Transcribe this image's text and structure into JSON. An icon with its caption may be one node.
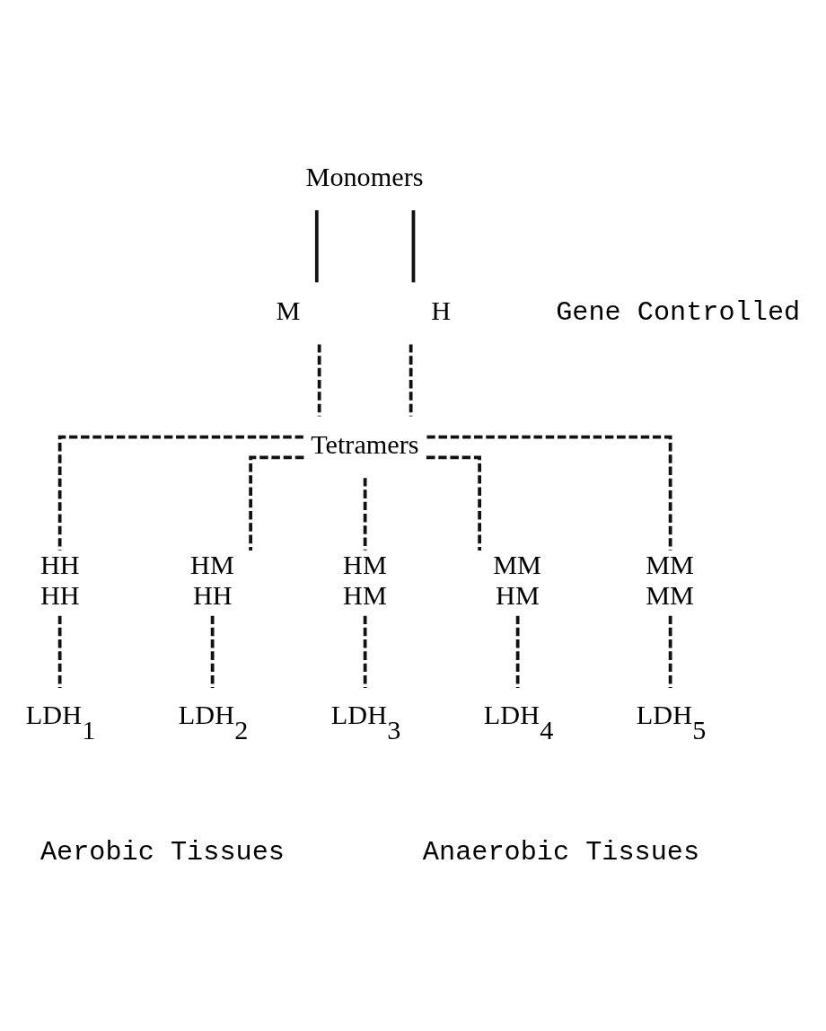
{
  "diagram": {
    "nodes": [
      {
        "text": [
          "Monomers"
        ]
      },
      {
        "text": [
          "M"
        ]
      },
      {
        "text": [
          "H"
        ]
      },
      {
        "text": [
          "Tetramers"
        ]
      },
      {
        "text": [
          "HH",
          "HH"
        ]
      },
      {
        "text": [
          "HM",
          "HH"
        ]
      },
      {
        "text": [
          "HM",
          "HM"
        ]
      },
      {
        "text": [
          "MM",
          "HM"
        ]
      },
      {
        "text": [
          "MM",
          "MM"
        ]
      },
      {
        "text": [
          "LDH$_{1}$"
        ]
      },
      {
        "text": [
          "LDH$_{2}$"
        ]
      },
      {
        "text": [
          "LDH$_{3}$"
        ]
      },
      {
        "text": [
          "LDH$_{4}$"
        ]
      },
      {
        "text": [
          "LDH$_{5}$"
        ]
      }
    ],
    "edges": [
      {
        "from": 0,
        "to": 1,
        "arrow": "none"
      },
      {
        "from": 0,
        "to": 2,
        "arrow": "none"
      },
      {
        "from": 1,
        "to": 3,
        "arrow": "none",
        "style": "dashed"
      },
      {
        "from": 2,
        "to": 3,
        "arrow": "none",
        "style": "dashed"
      },
      {
        "from": 3,
        "to": 4,
        "arrow": "none",
        "style": "dashed"
      },
      {
        "from": 3,
        "to": 5,
        "arrow": "none",
        "style": "dashed"
      },
      {
        "from": 3,
        "to": 6,
        "arrow": "none",
        "style": "dashed"
      },
      {
        "from": 3,
        "to": 7,
        "arrow": "none",
        "style": "dashed"
      },
      {
        "from": 3,
        "to": 8,
        "arrow": "none",
        "style": "dashed"
      },
      {
        "from": 4,
        "to": 9,
        "arrow": "none",
        "style": "dashed"
      },
      {
        "from": 5,
        "to": 10,
        "arrow": "none",
        "style": "dashed"
      },
      {
        "from": 6,
        "to": 11,
        "arrow": "none",
        "style": "dashed"
      },
      {
        "from": 7,
        "to": 12,
        "arrow": "none",
        "style": "dashed"
      },
      {
        "from": 8,
        "to": 13,
        "arrow": "none",
        "style": "dashed"
      }
    ],
    "labels": [
      "Gene Controlled",
      "Aerobic Tissues",
      "Anaerobic Tissues"
    ]
  }
}
